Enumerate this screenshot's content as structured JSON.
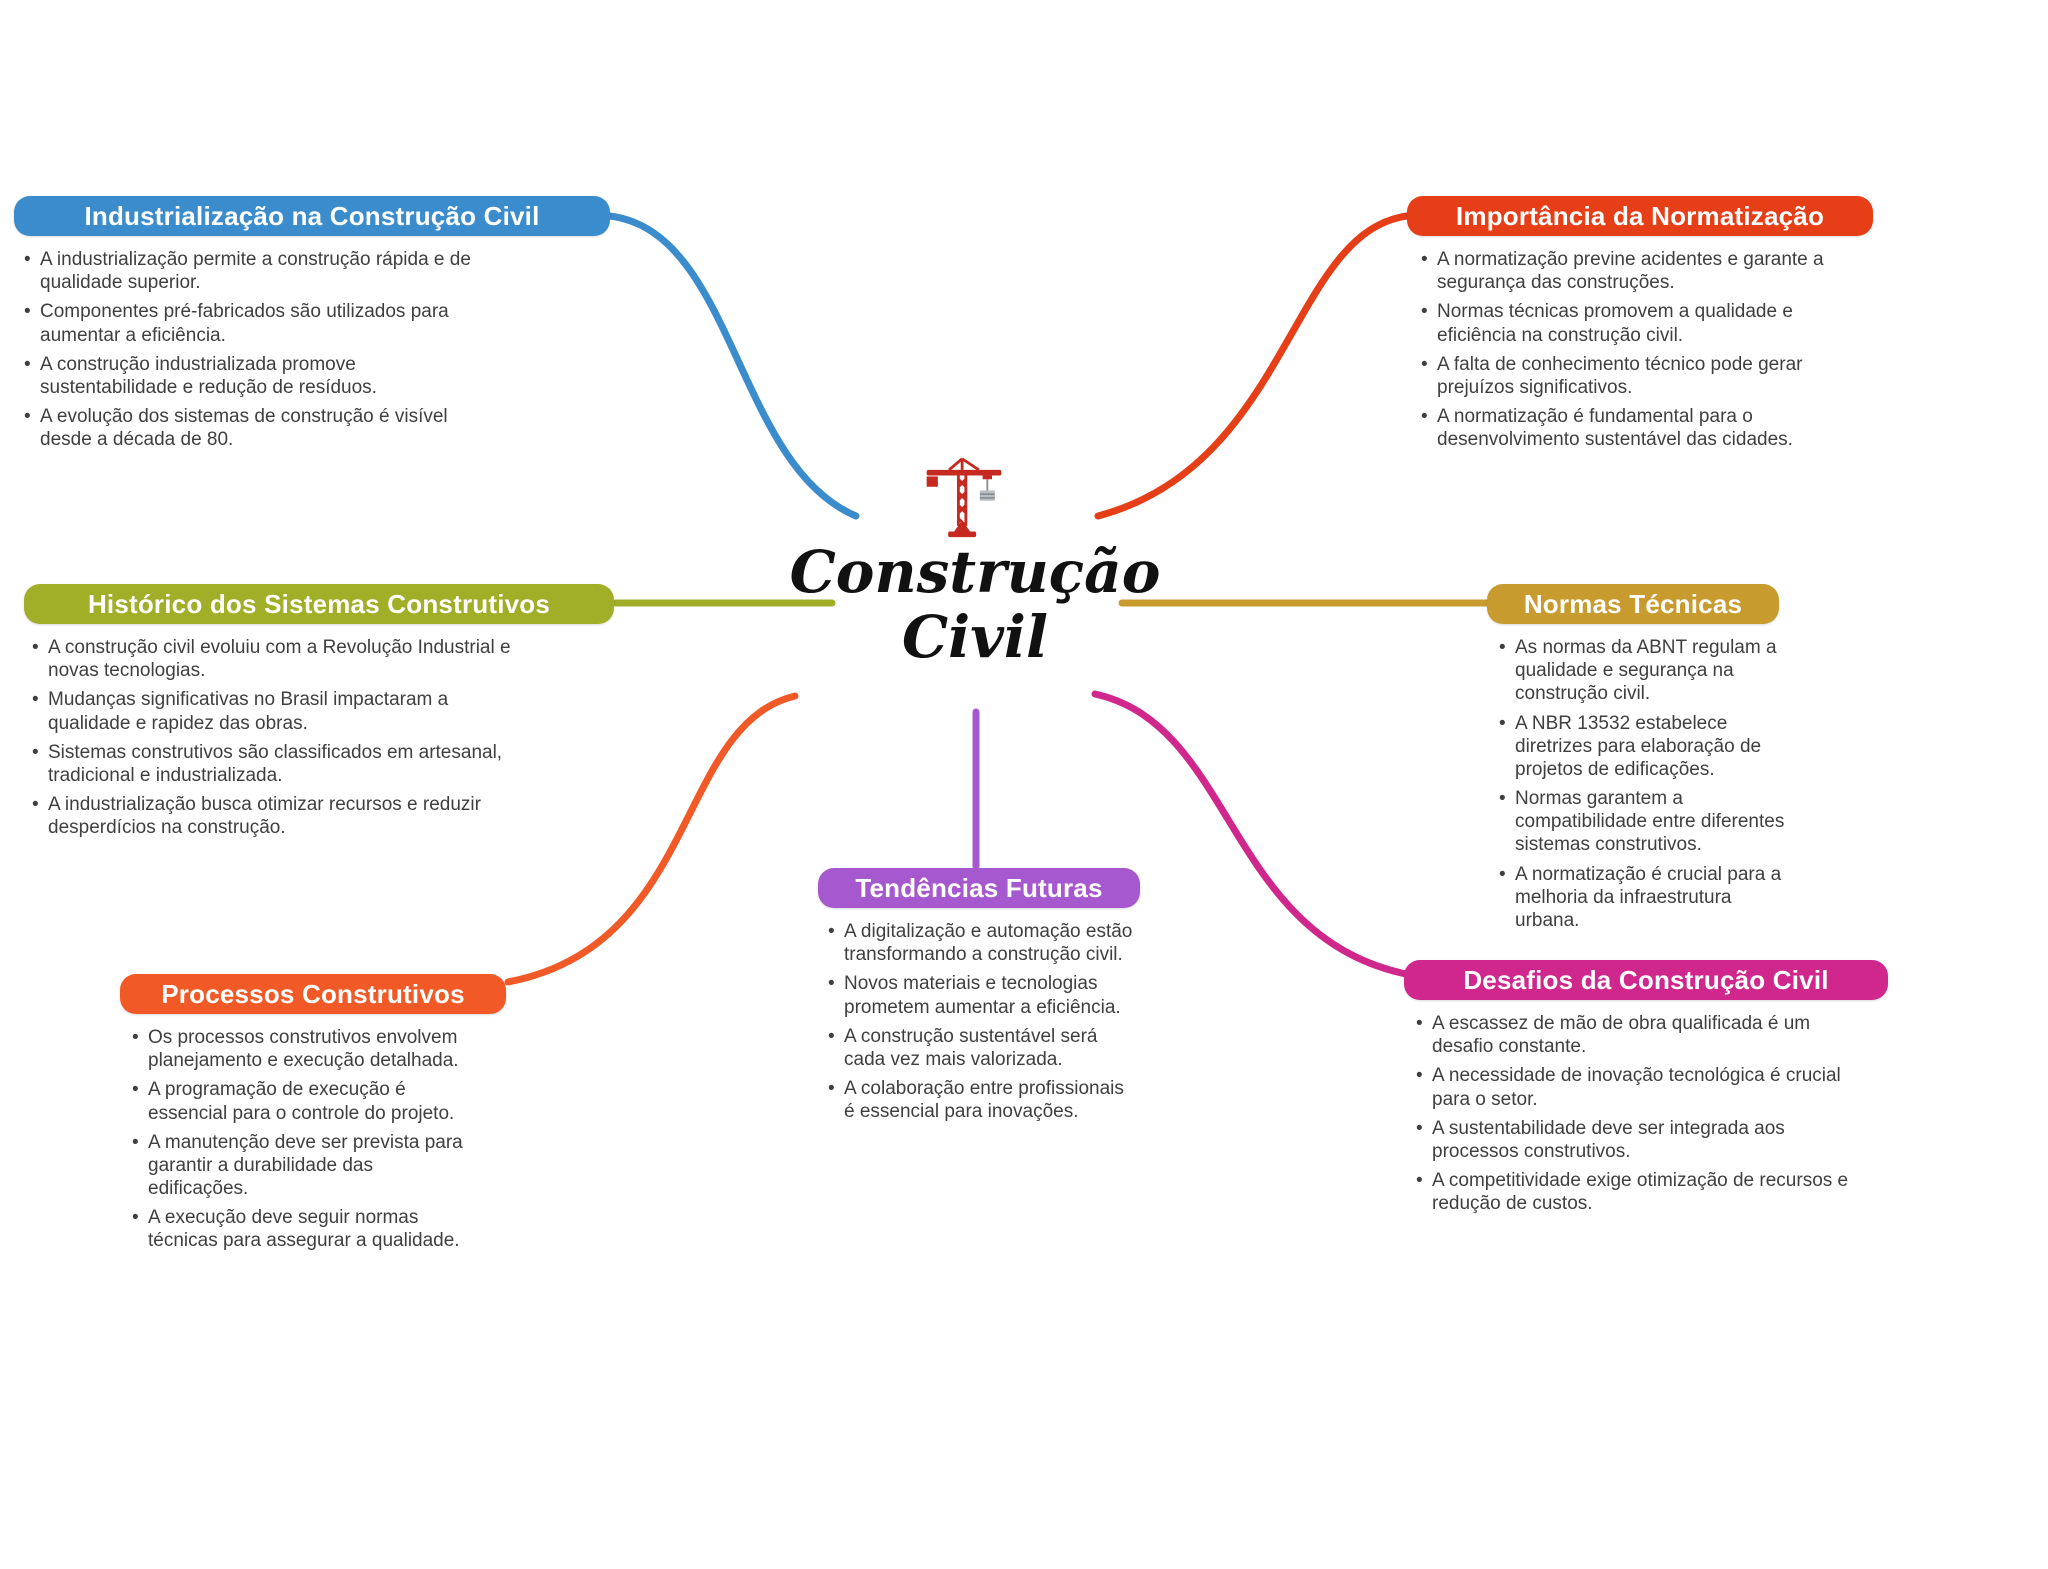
{
  "center": {
    "title_line1": "Construção",
    "title_line2": "Civil",
    "icon": "crane-icon",
    "icon_color": "#c5291f",
    "icon_load_color": "#b9bec4"
  },
  "sections": [
    {
      "id": "industrializacao",
      "title": "Industrialização na Construção Civil",
      "color": "#3a8ccc",
      "bullets": [
        "A industrialização permite a construção rápida e de qualidade superior.",
        "Componentes pré-fabricados são utilizados para aumentar a eficiência.",
        "A construção industrializada promove sustentabilidade e redução de resíduos.",
        "A evolução dos sistemas de construção é visível desde a década de 80."
      ]
    },
    {
      "id": "normatizacao",
      "title": "Importância da Normatização",
      "color": "#e63e17",
      "bullets": [
        "A normatização previne acidentes e garante a segurança das construções.",
        "Normas técnicas promovem a qualidade e eficiência na construção civil.",
        "A falta de conhecimento técnico pode gerar prejuízos significativos.",
        "A normatização é fundamental para o desenvolvimento sustentável das cidades."
      ]
    },
    {
      "id": "historico",
      "title": "Histórico dos Sistemas Construtivos",
      "color": "#a0ae28",
      "bullets": [
        "A construção civil evoluiu com a Revolução Industrial e novas tecnologias.",
        "Mudanças significativas no Brasil impactaram a qualidade e rapidez das obras.",
        "Sistemas construtivos são classificados em artesanal, tradicional e industrializada.",
        "A industrialização busca otimizar recursos e reduzir desperdícios na construção."
      ]
    },
    {
      "id": "normas-tecnicas",
      "title": "Normas Técnicas",
      "color": "#c89b2e",
      "bullets": [
        "As normas da ABNT regulam a qualidade e segurança na construção civil.",
        "A NBR 13532 estabelece diretrizes para elaboração de projetos de edificações.",
        "Normas garantem a compatibilidade entre diferentes sistemas construtivos.",
        "A normatização é crucial para a melhoria da infraestrutura urbana."
      ]
    },
    {
      "id": "processos",
      "title": "Processos Construtivos",
      "color": "#f15a27",
      "bullets": [
        "Os processos construtivos envolvem planejamento e execução detalhada.",
        "A programação de execução é essencial para o controle do projeto.",
        "A manutenção deve ser prevista para garantir a durabilidade das edificações.",
        "A execução deve seguir normas técnicas para assegurar a qualidade."
      ]
    },
    {
      "id": "tendencias",
      "title": "Tendências Futuras",
      "color": "#a659cf",
      "bullets": [
        "A digitalização e automação estão transformando a construção civil.",
        "Novos materiais e tecnologias prometem aumentar a eficiência.",
        "A construção sustentável será cada vez mais valorizada.",
        "A colaboração entre profissionais é essencial para inovações."
      ]
    },
    {
      "id": "desafios",
      "title": "Desafios da Construção Civil",
      "color": "#d0278d",
      "bullets": [
        "A escassez de mão de obra qualificada é um desafio constante.",
        "A necessidade de inovação tecnológica é crucial para o setor.",
        "A sustentabilidade deve ser integrada aos processos construtivos.",
        "A competitividade exige otimização de recursos e redução de custos."
      ]
    }
  ]
}
